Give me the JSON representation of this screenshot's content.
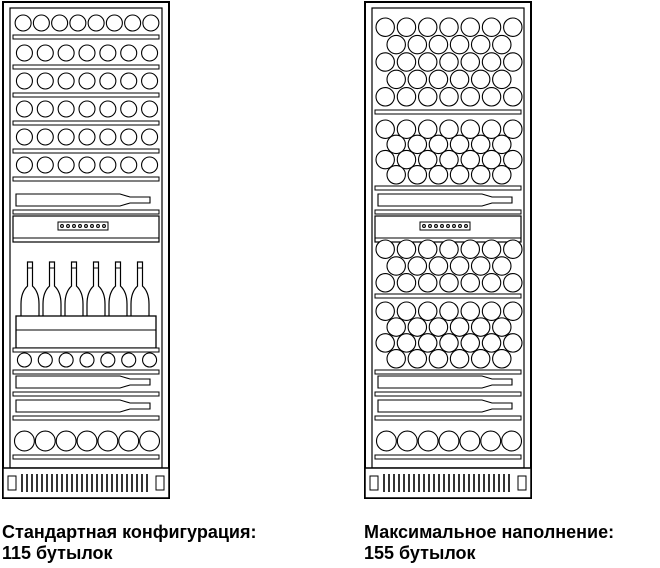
{
  "configurations": [
    {
      "id": "standard",
      "title": "Стандартная конфигурация:",
      "capacity": "115 бутылок"
    },
    {
      "id": "maximum",
      "title": "Максимальное наполнение:",
      "capacity": "155 бутылок"
    }
  ],
  "colors": {
    "line": "#000000",
    "background": "#ffffff"
  }
}
